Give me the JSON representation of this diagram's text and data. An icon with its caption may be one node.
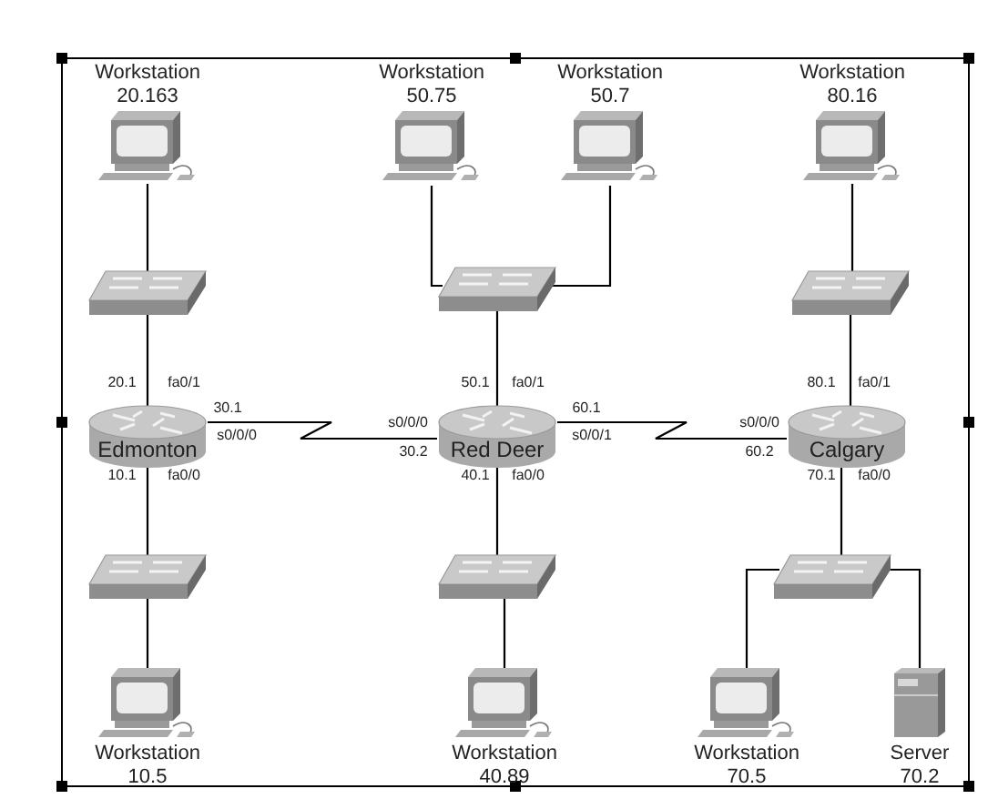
{
  "diagram": {
    "nodes": [
      {
        "text": [
          "Workstation 20.163"
        ]
      },
      {
        "text": [
          "Workstation 50.75"
        ]
      },
      {
        "text": [
          "Workstation 50.7"
        ]
      },
      {
        "text": [
          "Workstation 80.16"
        ]
      },
      {
        "text": [],
        "shape": "box"
      },
      {
        "text": [],
        "shape": "box"
      },
      {
        "text": [],
        "shape": "box"
      },
      {
        "text": [
          "Edmonton"
        ]
      },
      {
        "text": [
          "Red Deer"
        ]
      },
      {
        "text": [
          "Calgary"
        ]
      },
      {
        "text": [],
        "shape": "box"
      },
      {
        "text": [],
        "shape": "box"
      },
      {
        "text": [],
        "shape": "box"
      },
      {
        "text": [
          "Workstation 10.5"
        ]
      },
      {
        "text": [
          "Workstation 40.89"
        ]
      },
      {
        "text": [
          "Workstation 70.5"
        ]
      },
      {
        "text": [
          "Server 70.2"
        ]
      }
    ],
    "edges": [
      {
        "from": 0,
        "to": 4,
        "arrow": "none"
      },
      {
        "from": 1,
        "to": 5,
        "arrow": "none"
      },
      {
        "from": 2,
        "to": 5,
        "arrow": "none"
      },
      {
        "from": 3,
        "to": 6,
        "arrow": "none"
      },
      {
        "from": 4,
        "to": 7,
        "arrow": "none"
      },
      {
        "from": 5,
        "to": 8,
        "arrow": "none"
      },
      {
        "from": 6,
        "to": 9,
        "arrow": "none"
      },
      {
        "from": 7,
        "to": 8,
        "arrow": "none"
      },
      {
        "from": 8,
        "to": 9,
        "arrow": "none"
      },
      {
        "from": 7,
        "to": 10,
        "arrow": "none"
      },
      {
        "from": 8,
        "to": 11,
        "arrow": "none"
      },
      {
        "from": 9,
        "to": 12,
        "arrow": "none"
      },
      {
        "from": 10,
        "to": 13,
        "arrow": "none"
      },
      {
        "from": 11,
        "to": 14,
        "arrow": "none"
      },
      {
        "from": 12,
        "to": 15,
        "arrow": "none"
      },
      {
        "from": 12,
        "to": 16,
        "arrow": "none"
      }
    ],
    "labels": [
      "20.1",
      "fa0/1",
      "50.1",
      "fa0/1",
      "80.1",
      "fa0/1",
      "30.1",
      "60.1",
      "s0/0/0",
      "s0/0/0",
      "s0/0/1",
      "s0/0/0",
      "30.2",
      "60.2",
      "10.1",
      "fa0/0",
      "40.1",
      "fa0/0",
      "70.1",
      "fa0/0"
    ]
  }
}
